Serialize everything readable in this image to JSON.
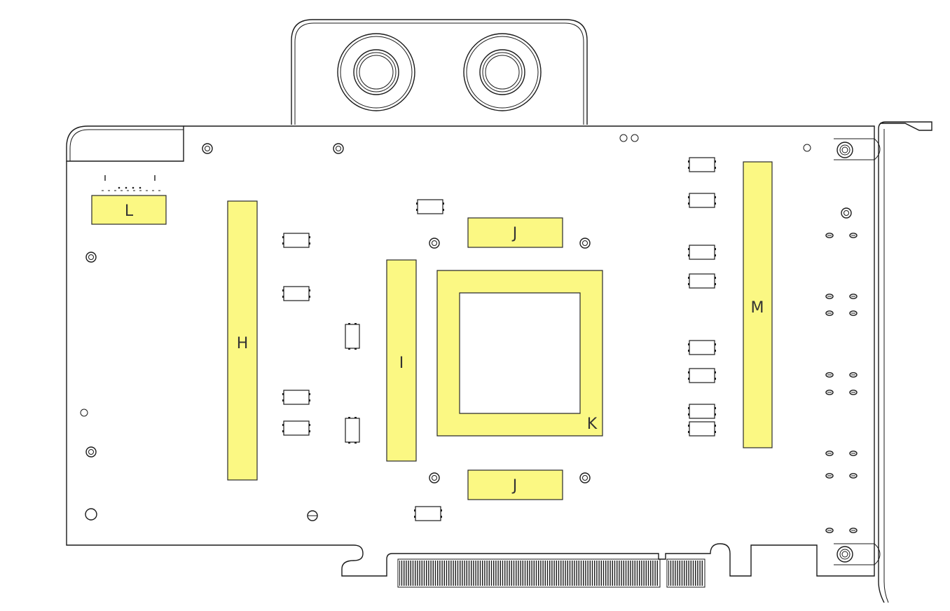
{
  "colors": {
    "pad_fill": "#fbf883",
    "pad_stroke": "#2a2a2a",
    "outline": "#1a1a1a",
    "background": "#ffffff"
  },
  "pads": [
    {
      "id": "L",
      "label": "L"
    },
    {
      "id": "H",
      "label": "H"
    },
    {
      "id": "I",
      "label": "I"
    },
    {
      "id": "J_top",
      "label": "J"
    },
    {
      "id": "J_bottom",
      "label": "J"
    },
    {
      "id": "K",
      "label": "K"
    },
    {
      "id": "M",
      "label": "M"
    }
  ]
}
